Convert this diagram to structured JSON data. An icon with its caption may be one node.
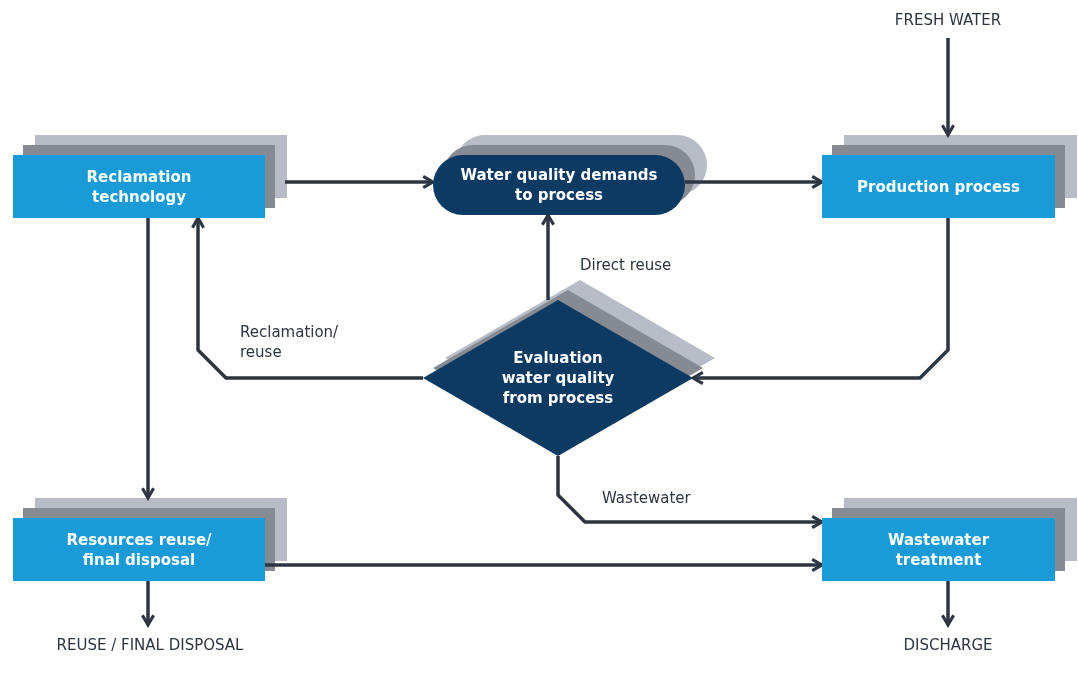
{
  "diagram": {
    "nodes": [
      {
        "text": [
          "FRESH WATER"
        ]
      },
      {
        "text": [
          "Reclamation technology"
        ]
      },
      {
        "text": [
          "Water quality demands to process"
        ]
      },
      {
        "text": [
          "Production process"
        ]
      },
      {
        "text": [
          "Evaluation water quality from process"
        ]
      },
      {
        "text": [
          "Resources reuse/ final disposal"
        ]
      },
      {
        "text": [
          "Wastewater treatment"
        ]
      },
      {
        "text": [
          "REUSE / FINAL DISPOSAL"
        ]
      },
      {
        "text": [
          "DISCHARGE"
        ]
      }
    ],
    "edges": [
      {
        "from": 0,
        "to": 3,
        "arrow": "to"
      },
      {
        "from": 1,
        "to": 2,
        "arrow": "to"
      },
      {
        "from": 2,
        "to": 3,
        "arrow": "to"
      },
      {
        "from": 4,
        "to": 2,
        "arrow": "to",
        "label": "Direct reuse"
      },
      {
        "from": 3,
        "to": 4,
        "arrow": "to"
      },
      {
        "from": 4,
        "to": 1,
        "arrow": "to",
        "label": "Reclamation/ reuse"
      },
      {
        "from": 1,
        "to": 5,
        "arrow": "to"
      },
      {
        "from": 4,
        "to": 6,
        "arrow": "to",
        "label": "Wastewater"
      },
      {
        "from": 5,
        "to": 6,
        "arrow": "to"
      },
      {
        "from": 5,
        "to": 7,
        "arrow": "to"
      },
      {
        "from": 6,
        "to": 8,
        "arrow": "to"
      }
    ]
  }
}
